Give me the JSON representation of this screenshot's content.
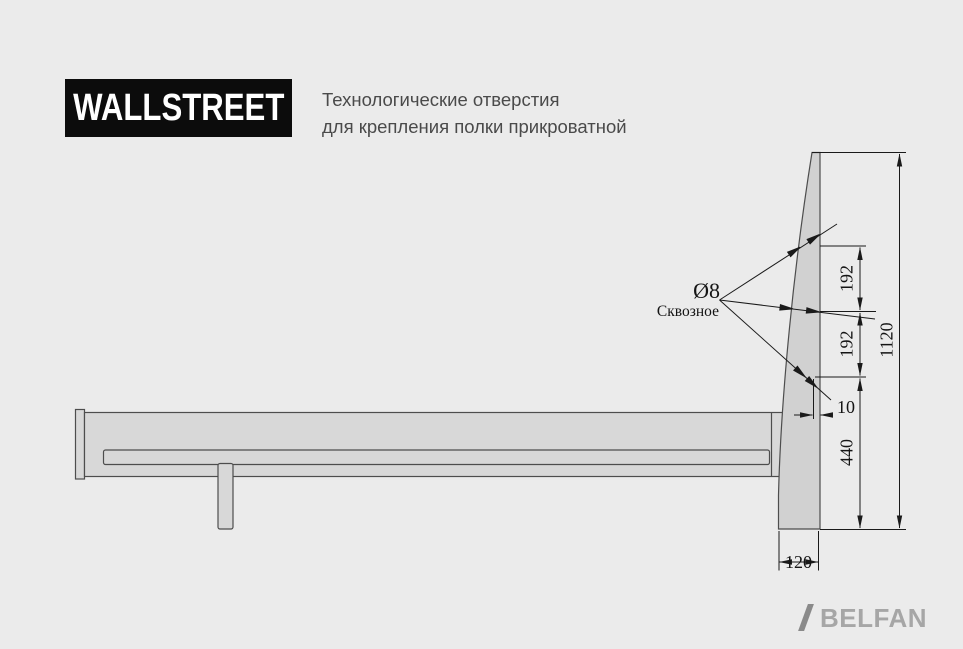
{
  "brand": {
    "logo_text": "WALLSTREET"
  },
  "title": {
    "line1": "Технологические отверстия",
    "line2": "для крепления полки прикроватной"
  },
  "annotations": {
    "hole_diameter": "Ø8",
    "hole_type": "Сквозное",
    "dim_hole_spacing_upper": "192",
    "dim_hole_spacing_lower": "192",
    "dim_headboard_height": "1120",
    "dim_hole_edge_offset": "10",
    "dim_lower_height": "440",
    "dim_leg_width": "120"
  },
  "footer": {
    "brand": "BELFAN"
  },
  "colors": {
    "background": "#ebebeb",
    "panel_fill": "#d8d8d8",
    "headboard_fill": "#d1d1d1",
    "outline": "#4d4d4d",
    "dimension_line": "#1a1a1a",
    "logo_background": "#0c0c0c",
    "logo_text": "#ffffff",
    "title_text": "#4a4a4a",
    "footer_text": "#a6a6a6"
  }
}
